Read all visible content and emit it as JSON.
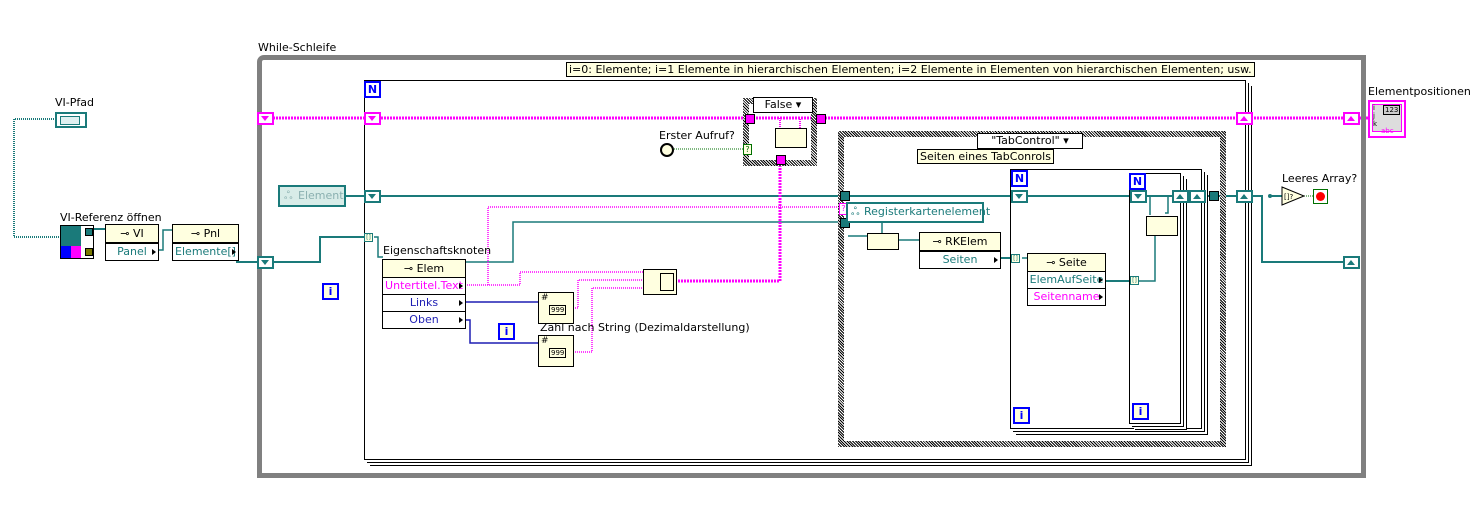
{
  "diagram": {
    "outer_loop": {
      "label": "While-Schleife",
      "iteration_terminal": "i"
    },
    "inputs": {
      "vi_path": {
        "label": "VI-Pfad"
      },
      "open_vi_ref": {
        "label": "VI-Referenz öffnen"
      },
      "element_constant": {
        "label": "Element"
      }
    },
    "property_nodes": {
      "vi_node": {
        "class": "VI",
        "property": "Panel"
      },
      "panel_node": {
        "class": "Pnl",
        "property": "Elemente[]"
      },
      "elem_node": {
        "label": "Eigenschaftsknoten",
        "class": "Elem",
        "properties": [
          "Untertitel.Text",
          "Links",
          "Oben"
        ]
      },
      "tab_node": {
        "class": "RKElem",
        "property": "Seiten"
      },
      "page_node": {
        "class": "Seite",
        "properties": [
          "ElemAufSeite",
          "Seitenname"
        ]
      }
    },
    "for_loop": {
      "count_terminal": "N",
      "iteration_terminal": "i"
    },
    "comment": "i=0: Elemente; i=1 Elemente in hierarchischen Elementen; i=2 Elemente in Elementen von hierarchischen Elementen; usw.",
    "case_first_call": {
      "selector": "False",
      "first_call_label": "Erster Aufruf?",
      "selector_terminal": "?"
    },
    "number_to_string": {
      "label": "Zahl nach String (Dezimaldarstellung)",
      "display": "999"
    },
    "case_tab_control": {
      "selector": "\"TabControl\"",
      "comment": "Seiten eines TabConrols",
      "cast_target": "Registerkartenelement",
      "selector_terminal": "?"
    },
    "inner_loops": [
      {
        "count_terminal": "N",
        "iteration_terminal": "i"
      },
      {
        "count_terminal": "N",
        "iteration_terminal": "i"
      }
    ],
    "empty_array_check": {
      "label": "Leeres Array?",
      "glyph": "[]?"
    },
    "output_indicator": {
      "label": "Elementpositionen",
      "dims": [
        "i",
        "j",
        "k"
      ],
      "numeric": "123",
      "string": "abc"
    },
    "colors": {
      "string_wire": "#ff00ff",
      "ref_wire": "#1a7a7a",
      "numeric_wire": "#1e1eb4",
      "loop_border": "#808080",
      "stop_red": "#ff0000"
    }
  }
}
